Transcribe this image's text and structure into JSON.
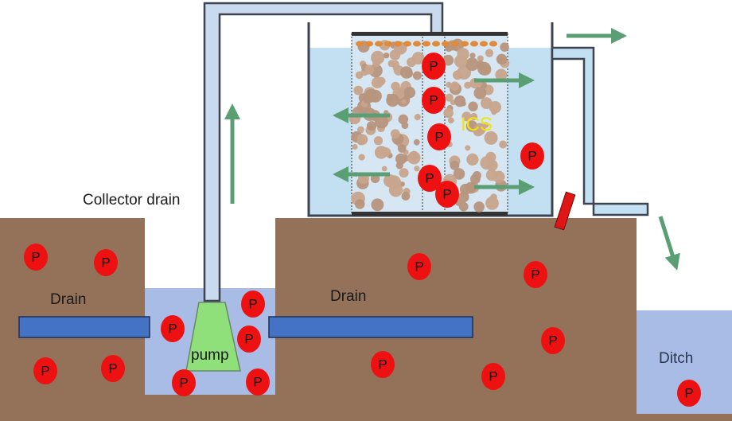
{
  "labels": {
    "collector_drain": "Collector drain",
    "drain_left": "Drain",
    "drain_right": "Drain",
    "pump": "pump",
    "ics": "ICS",
    "ditch": "Ditch",
    "phosphorus": "P"
  },
  "colors": {
    "soil": "#94725a",
    "water_sump": "#a8bce6",
    "water_tank": "#c2e0f2",
    "drain_pipe": "#4472c4",
    "pipe_fill": "#c9d9ee",
    "pump": "#8fe07a",
    "phosphorus": "#ee1111",
    "arrow": "#5a9e74",
    "media": "#c8a48c"
  },
  "icons": [
    "flow-arrow-icon",
    "pump-icon",
    "phosphorus-particle-icon",
    "filter-media-icon"
  ]
}
